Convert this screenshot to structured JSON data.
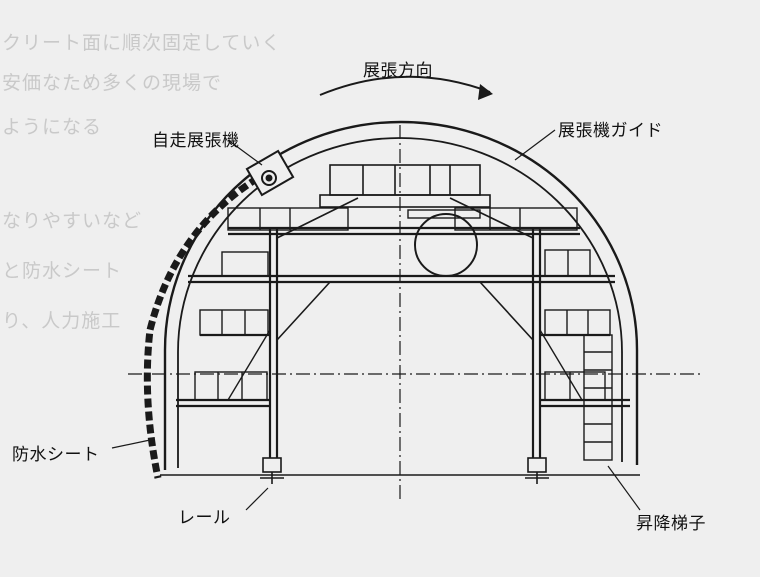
{
  "diagram": {
    "labels": {
      "direction": "展張方向",
      "self_propelled": "自走展張機",
      "guide": "展張機ガイド",
      "sheet": "防水シート",
      "rail": "レール",
      "ladder": "昇降梯子"
    },
    "background_text": [
      "クリート面に順次固定していく",
      "安価なため多くの現場で",
      "ようになる",
      "なりやすいなど",
      "と防水シート",
      "り、人力施工"
    ],
    "colors": {
      "ink": "#1a1a1a",
      "paper": "#efefef",
      "ghost": "#c8c8c8"
    }
  }
}
